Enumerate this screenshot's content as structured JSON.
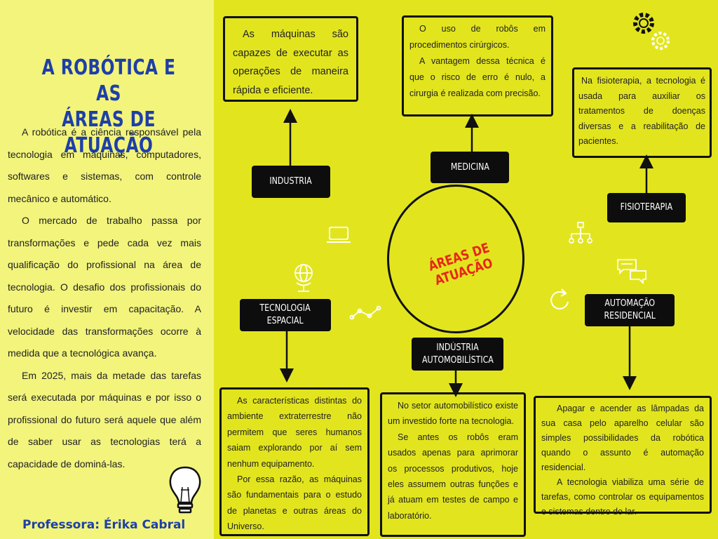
{
  "title": {
    "line1": "A ROBÓTICA E AS",
    "line2": "ÁREAS DE ATUAÇÃO"
  },
  "intro": [
    "A robótica é a ciência responsável pela tecnologia em máquinas, computadores, softwares e sistemas, com controle mecânico e automático.",
    "O mercado de trabalho passa por transformações e pede cada vez mais qualificação do profissional na área de tecnologia. O desafio dos profissionais do futuro é investir em capacitação. A velocidade das transformações ocorre à medida que a tecnológica avança.",
    "Em 2025, mais da metade das tarefas será executada por máquinas e por isso o profissional do futuro será aquele que além de saber usar as tecnologias terá a capacidade de dominá-las."
  ],
  "teacher": "Professora: Érika Cabral",
  "center": "ÁREAS DE ATUAÇÃO",
  "labels": {
    "industria": "INDUSTRIA",
    "medicina": "MEDICINA",
    "fisioterapia": "FISIOTERAPIA",
    "tecnologia_espacial_1": "TECNOLOGIA",
    "tecnologia_espacial_2": "ESPACIAL",
    "industria_auto_1": "INDÚSTRIA",
    "industria_auto_2": "AUTOMOBILÍSTICA",
    "automacao_1": "AUTOMAÇÃO",
    "automacao_2": "RESIDENCIAL"
  },
  "boxes": {
    "industria": [
      "As máquinas são capazes de executar as operações de maneira rápida e eficiente."
    ],
    "medicina": [
      "O uso de robôs em procedimentos cirúrgicos.",
      "A vantagem dessa técnica é que o risco de erro é nulo, a cirurgia é realizada com precisão."
    ],
    "fisioterapia": [
      "Na fisioterapia, a tecnologia é usada para auxiliar os tratamentos de doenças diversas e a reabilitação de pacientes."
    ],
    "tecnologia_espacial": [
      "As características distintas do ambiente extraterrestre não permitem que seres humanos saiam explorando por aí sem nenhum equipamento.",
      "Por essa razão, as máquinas são fundamentais para o estudo de planetas e outras áreas do Universo."
    ],
    "industria_auto": [
      "No setor automobilístico existe um investido forte na tecnologia.",
      "Se antes os robôs eram usados apenas para aprimorar os processos produtivos, hoje eles assumem outras funções e já atuam em testes de campo e laboratório."
    ],
    "automacao": [
      "Apagar e acender as lâmpadas da sua casa pelo aparelho celular são simples possibilidades da robótica quando o assunto é automação residencial.",
      "A tecnologia viabiliza uma série de tarefas, como controlar os equipamentos e sistemas dentro do lar."
    ]
  },
  "icons": [
    "gear-icon",
    "laptop-icon",
    "network-icon",
    "globe-icon",
    "chat-icon",
    "refresh-icon",
    "line-graph-icon",
    "lightbulb-icon"
  ],
  "colors": {
    "background": "#e2e51e",
    "panel": "#f2f47c",
    "title": "#1e3fa8",
    "center_text": "#e8261a",
    "label_bg": "#0d0d0d"
  }
}
